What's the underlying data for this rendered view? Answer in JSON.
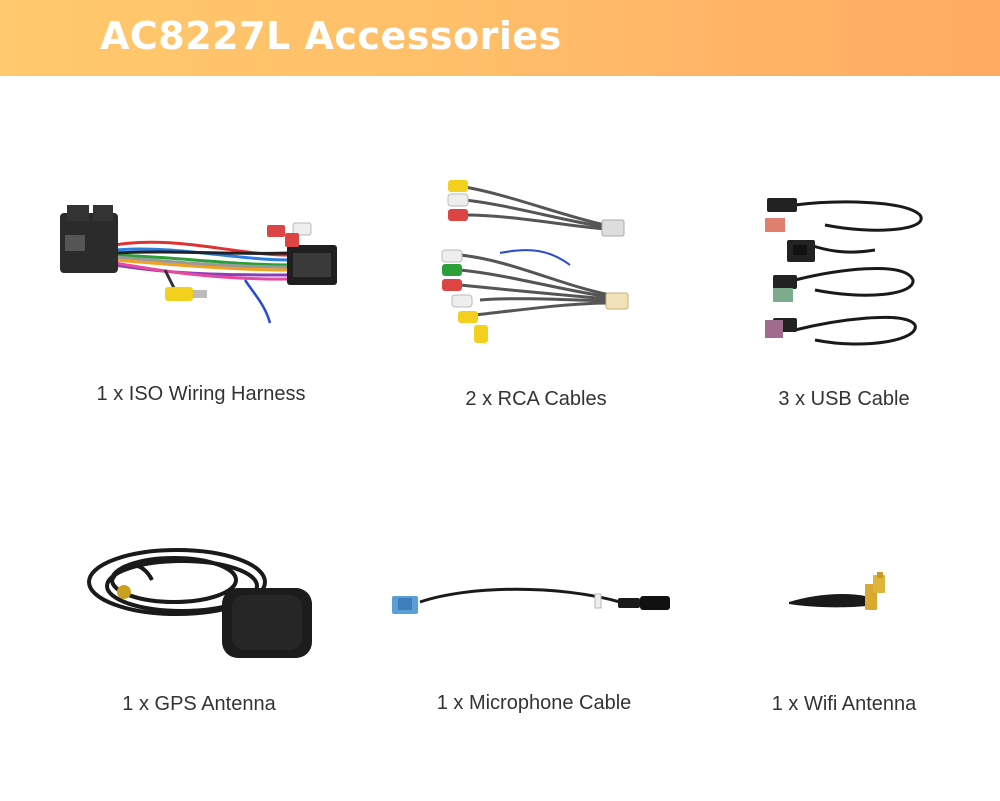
{
  "header": {
    "title": "AC8227L Accessories",
    "accent_color": "#ffb866"
  },
  "accessories": [
    {
      "label": "1 x ISO Wiring Harness",
      "icon": "wiring-harness-icon"
    },
    {
      "label": "2 x RCA Cables",
      "icon": "rca-cables-icon"
    },
    {
      "label": "3 x USB Cable",
      "icon": "usb-cable-icon"
    },
    {
      "label": "1 x GPS Antenna",
      "icon": "gps-antenna-icon"
    },
    {
      "label": "1 x Microphone Cable",
      "icon": "microphone-cable-icon"
    },
    {
      "label": "1 x Wifi Antenna",
      "icon": "wifi-antenna-icon"
    }
  ]
}
